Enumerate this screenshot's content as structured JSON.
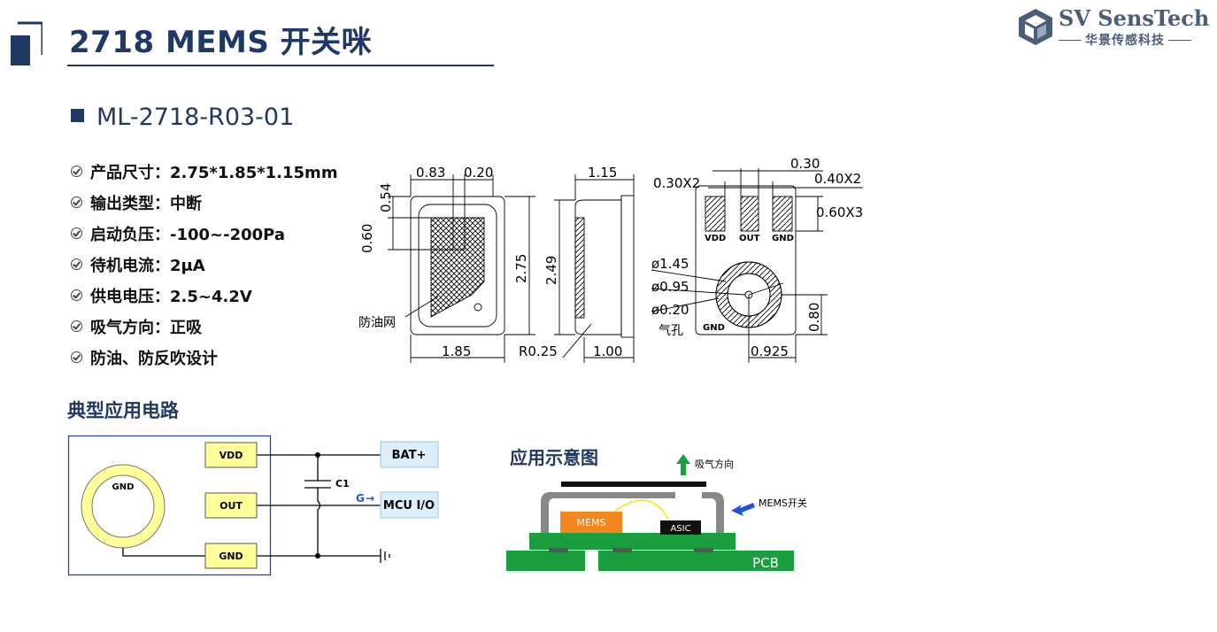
{
  "header": {
    "title": "2718 MEMS 开关咪"
  },
  "logo": {
    "name": "SV SensTech",
    "subtitle": "华景传感科技"
  },
  "model": "ML-2718-R03-01",
  "specs": [
    "产品尺寸：2.75*1.85*1.15mm",
    "输出类型：中断",
    "启动负压：-100~-200Pa",
    "待机电流：2μA",
    "供电电压：2.5~4.2V",
    "吸气方向：正吸",
    "防油、防反吹设计"
  ],
  "drawing": {
    "front": {
      "dim_top_a": "0.83",
      "dim_top_b": "0.20",
      "dim_left_a": "0.54",
      "dim_left_b": "0.60",
      "dim_right": "2.75",
      "dim_bottom": "1.85",
      "mesh_label": "防油网"
    },
    "side": {
      "dim_top": "1.15",
      "dim_left": "2.49",
      "dim_bottom_left": "R0.25",
      "dim_bottom_right": "1.00"
    },
    "bottom": {
      "dim_top": "0.30",
      "dim_pad_width": "0.30X2",
      "dim_pad_gap": "0.40X2",
      "dim_pad_height": "0.60X3",
      "pad_vdd": "VDD",
      "pad_out": "OUT",
      "pad_gnd": "GND",
      "dia_outer": "ø1.45",
      "dia_inner": "ø0.95",
      "dia_hole": "ø0.20",
      "hole_label": "气孔",
      "ring_gnd": "GND",
      "dim_right": "0.80",
      "dim_bottom": "0.925"
    }
  },
  "circuit": {
    "title": "典型应用电路",
    "ring": "GND",
    "pins": [
      "VDD",
      "OUT",
      "GND"
    ],
    "cap": "C1",
    "signal": "G",
    "signal_arrow": "→",
    "bat": "BAT+",
    "mcu": "MCU I/O"
  },
  "diagram": {
    "title": "应用示意图",
    "airflow": "吸气方向",
    "switch": "MEMS开关",
    "mems": "MEMS",
    "asic": "ASIC",
    "pcb": "PCB"
  },
  "colors": {
    "navy": "#1f3864",
    "yellow": "#ffff99",
    "pad_border": "#555555",
    "green": "#1a9e3f",
    "orange": "#f4861f",
    "light_blue": "#dbeef9",
    "arrow_blue": "#1f52e0"
  }
}
